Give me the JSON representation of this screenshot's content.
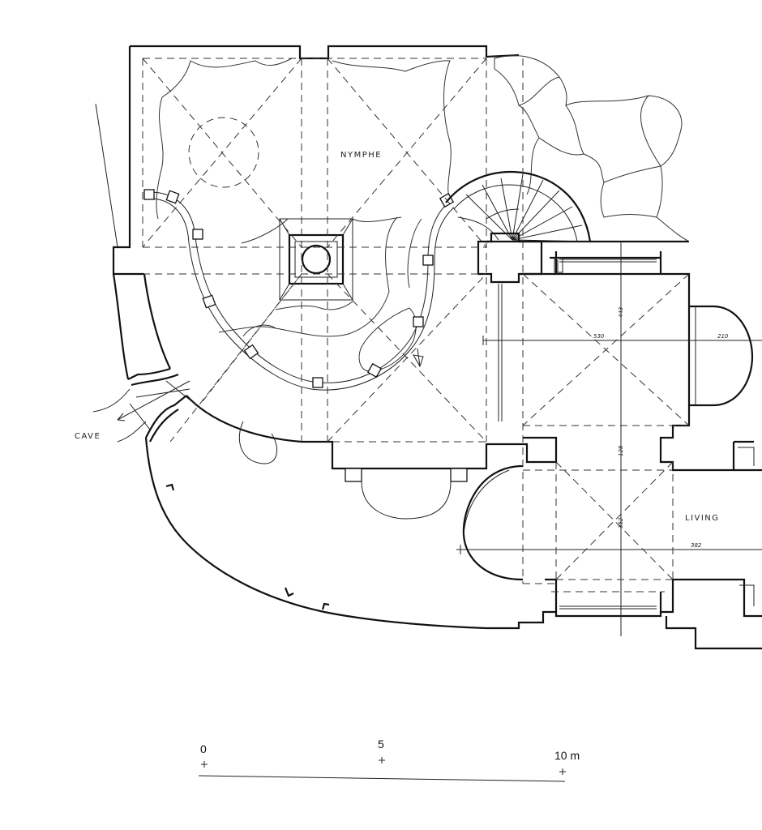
{
  "labels": {
    "nymphe": "NYMPHE",
    "cave": "CAVE",
    "living": "LIVING"
  },
  "dimensions": {
    "d530": "530",
    "d210": "210",
    "d443": "443",
    "d128": "128",
    "d352": "352",
    "d382": "382"
  },
  "scale_bar": {
    "tick_0": "0",
    "tick_5": "5",
    "tick_10": "10 m"
  }
}
